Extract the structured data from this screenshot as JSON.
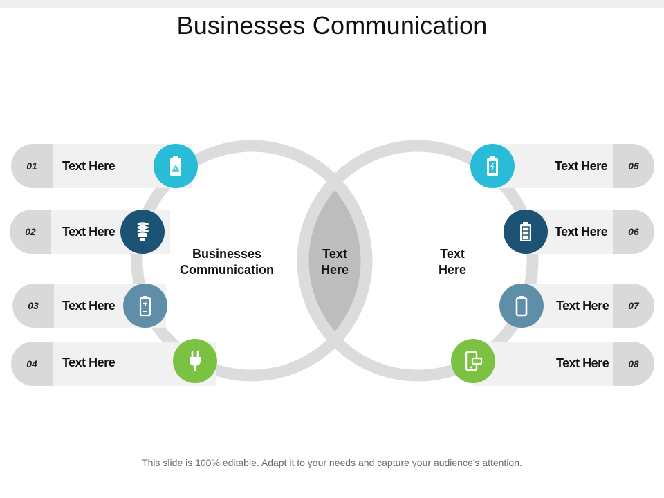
{
  "title": "Businesses Communication",
  "footer": "This slide is 100% editable. Adapt it to your needs and capture your audience's attention.",
  "center": {
    "left": [
      "Businesses",
      "Communication"
    ],
    "middle": [
      "Text",
      "Here"
    ],
    "right": [
      "Text",
      "Here"
    ]
  },
  "items": [
    {
      "num": "01",
      "label": "Text Here",
      "icon": "battery-recycle-icon",
      "color": "#29bcd9"
    },
    {
      "num": "02",
      "label": "Text Here",
      "icon": "cfl-bulb-icon",
      "color": "#1c5273"
    },
    {
      "num": "03",
      "label": "Text Here",
      "icon": "battery-plus-icon",
      "color": "#5f8ea9"
    },
    {
      "num": "04",
      "label": "Text Here",
      "icon": "plug-icon",
      "color": "#7cc242"
    },
    {
      "num": "05",
      "label": "Text Here",
      "icon": "battery-charging-icon",
      "color": "#29bcd9"
    },
    {
      "num": "06",
      "label": "Text Here",
      "icon": "battery-levels-icon",
      "color": "#1c5273"
    },
    {
      "num": "07",
      "label": "Text Here",
      "icon": "battery-empty-icon",
      "color": "#5f8ea9"
    },
    {
      "num": "08",
      "label": "Text Here",
      "icon": "mobile-card-icon",
      "color": "#7cc242"
    }
  ]
}
